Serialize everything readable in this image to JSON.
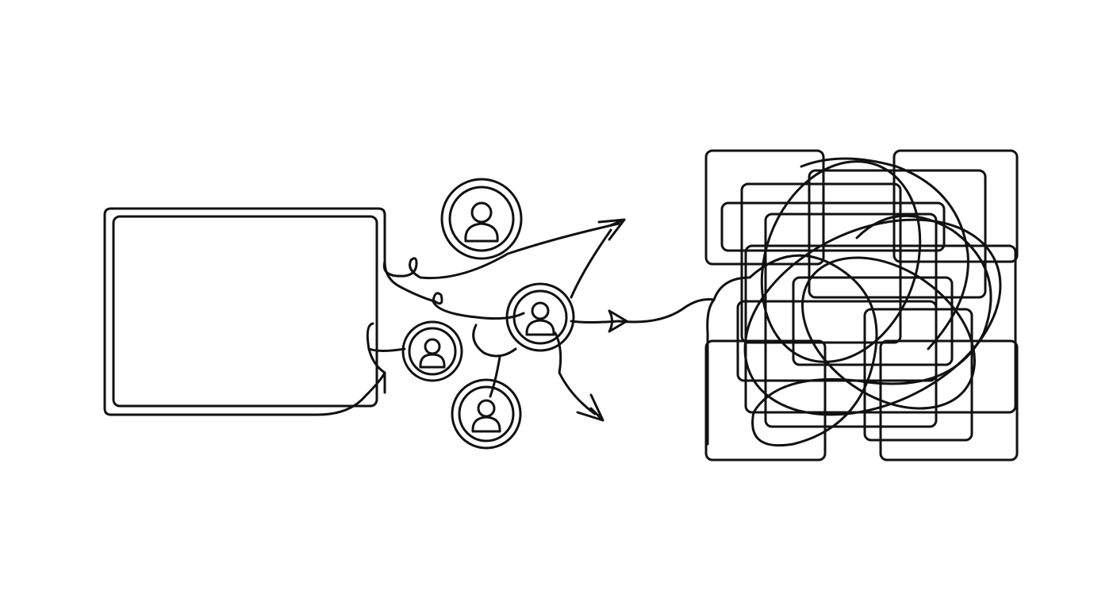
{
  "illustration": {
    "style": "continuous-line-art",
    "colors": {
      "background": "#ffffff",
      "stroke": "#111111"
    },
    "elements": {
      "source_panel": "empty-rounded-rectangle",
      "people": [
        "person-icon",
        "person-icon",
        "person-icon",
        "person-icon"
      ],
      "arrows": [
        "arrow-icon",
        "arrow-icon",
        "arrow-icon"
      ],
      "result": "tangled-squares"
    }
  }
}
